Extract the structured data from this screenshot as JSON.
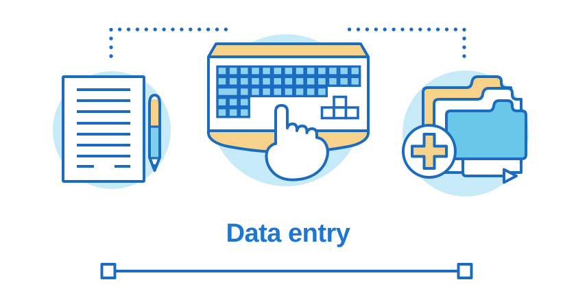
{
  "title": {
    "label": "Data entry"
  },
  "illustration": {
    "icons": [
      {
        "name": "document-icon",
        "meaning": "paper sheet with text lines"
      },
      {
        "name": "pen-icon",
        "meaning": "pen beside document"
      },
      {
        "name": "keyboard-icon",
        "meaning": "keyboard"
      },
      {
        "name": "hand-cursor-icon",
        "meaning": "hand with pointing finger over keyboard"
      },
      {
        "name": "folder-stack-icon",
        "meaning": "stack of three folders"
      },
      {
        "name": "add-circle-icon",
        "meaning": "circle with plus sign"
      },
      {
        "name": "arrow-right-icon",
        "meaning": "connector arrow pointing right"
      }
    ],
    "connectors": [
      {
        "name": "dotted-connector-left",
        "style": "dotted elbow line"
      },
      {
        "name": "dotted-connector-right",
        "style": "dotted elbow line"
      }
    ],
    "slider": {
      "name": "baseline-slider",
      "style": "horizontal line with square endpoints"
    }
  },
  "colors": {
    "outline_blue": "#1B6BC0",
    "light_blue_fill": "#C7EAF9",
    "key_blue": "#8CD2EE",
    "accent_yellow": "#F6D28B",
    "folder_cyan": "#69C8E9",
    "pen_blue": "#7FD0EE",
    "title_blue": "#1C76D2",
    "background": "#FFFFFF"
  }
}
